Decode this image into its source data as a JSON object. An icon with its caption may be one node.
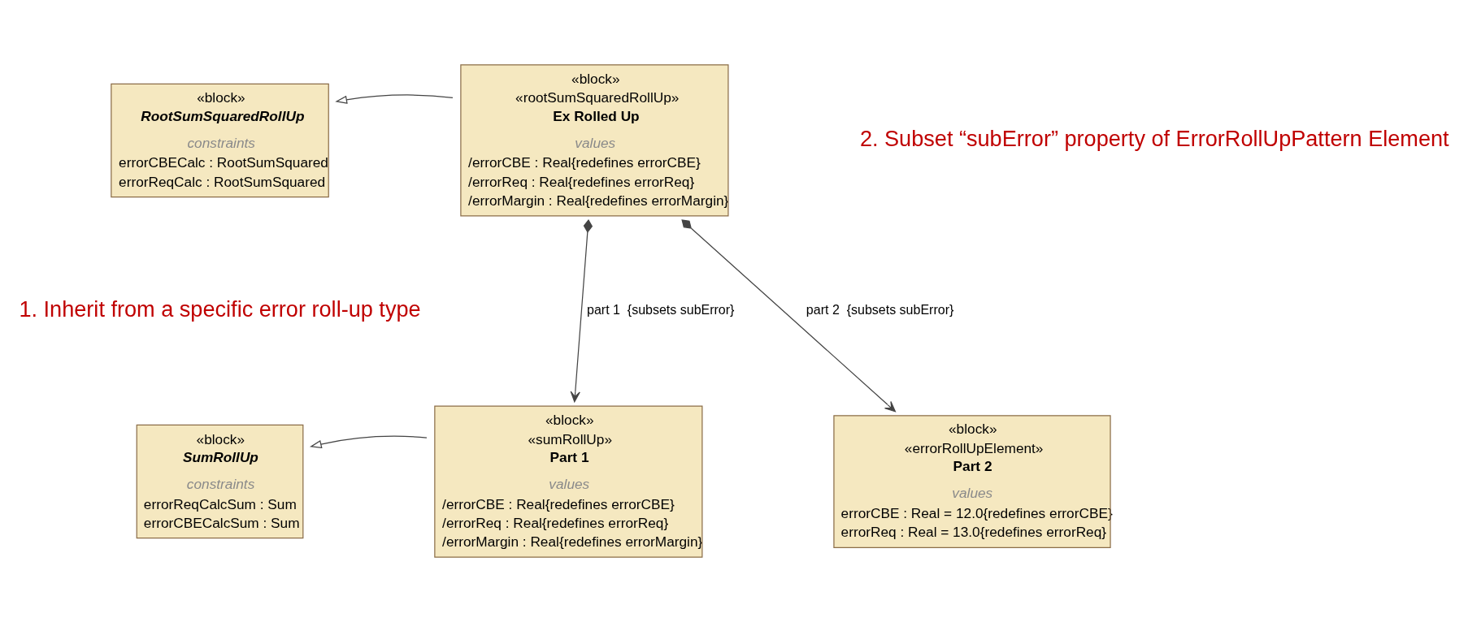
{
  "diagram": {
    "nodes": [
      {
        "text": [
          "«block»",
          "RootSumSquaredRollUp",
          "constraints",
          "errorCBECalc : RootSumSquared",
          "errorReqCalc : RootSumSquared"
        ]
      },
      {
        "text": [
          "«block»",
          "«rootSumSquaredRollUp»",
          "Ex Rolled Up",
          "values",
          "/errorCBE : Real{redefines errorCBE}",
          "/errorReq : Real{redefines errorReq}",
          "/errorMargin : Real{redefines errorMargin}"
        ]
      },
      {
        "text": [
          "«block»",
          "SumRollUp",
          "constraints",
          "errorReqCalcSum : Sum",
          "errorCBECalcSum : Sum"
        ]
      },
      {
        "text": [
          "«block»",
          "«sumRollUp»",
          "Part 1",
          "values",
          "/errorCBE : Real{redefines errorCBE}",
          "/errorReq : Real{redefines errorReq}",
          "/errorMargin : Real{redefines errorMargin}"
        ]
      },
      {
        "text": [
          "«block»",
          "«errorRollUpElement»",
          "Part 2",
          "values",
          "errorCBE : Real = 12.0{redefines errorCBE}",
          "errorReq : Real = 13.0{redefines errorReq}"
        ]
      }
    ],
    "edges": [
      {
        "from": 1,
        "to": 0,
        "arrow": "to"
      },
      {
        "from": 3,
        "to": 2,
        "arrow": "to"
      },
      {
        "from": 1,
        "to": 3,
        "arrow": "to",
        "label": "part 1  {subsets subError}"
      },
      {
        "from": 1,
        "to": 4,
        "arrow": "to",
        "label": "part 2  {subsets subError}"
      }
    ],
    "labels": [
      "1. Inherit from a specific error roll-up type",
      "2. Subset “subError” property of ErrorRollUpPattern Element"
    ]
  }
}
